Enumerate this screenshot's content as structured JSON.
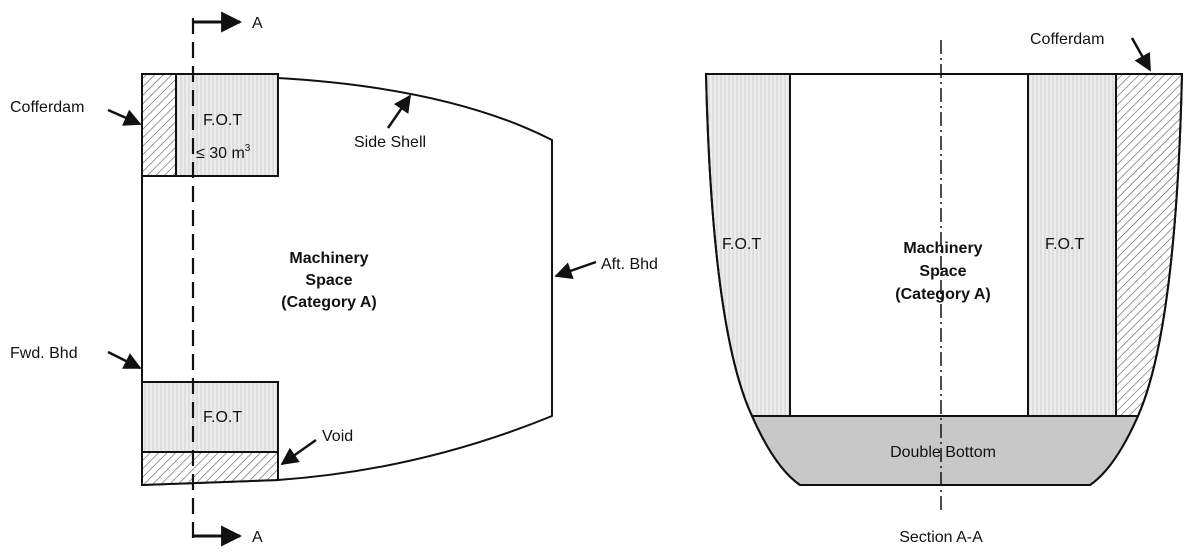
{
  "plan_view": {
    "section_marker": "A",
    "labels": {
      "cofferdam": "Cofferdam",
      "fot_upper": "F.O.T",
      "fot_capacity": "≤ 30 m",
      "fot_capacity_sup": "3",
      "side_shell": "Side Shell",
      "aft_bhd": "Aft. Bhd",
      "fwd_bhd": "Fwd. Bhd",
      "fot_lower": "F.O.T",
      "void": "Void",
      "machinery_line1": "Machinery",
      "machinery_line2": "Space",
      "machinery_line3": "(Category A)"
    }
  },
  "section_view": {
    "labels": {
      "cofferdam": "Cofferdam",
      "fot_left": "F.O.T",
      "fot_right": "F.O.T",
      "machinery_line1": "Machinery",
      "machinery_line2": "Space",
      "machinery_line3": "(Category A)",
      "double_bottom": "Double Bottom",
      "caption": "Section A-A"
    }
  },
  "colors": {
    "tank_fill": "#e8e8e8",
    "double_bottom_fill": "#c8c8c8",
    "outline": "#111111"
  }
}
